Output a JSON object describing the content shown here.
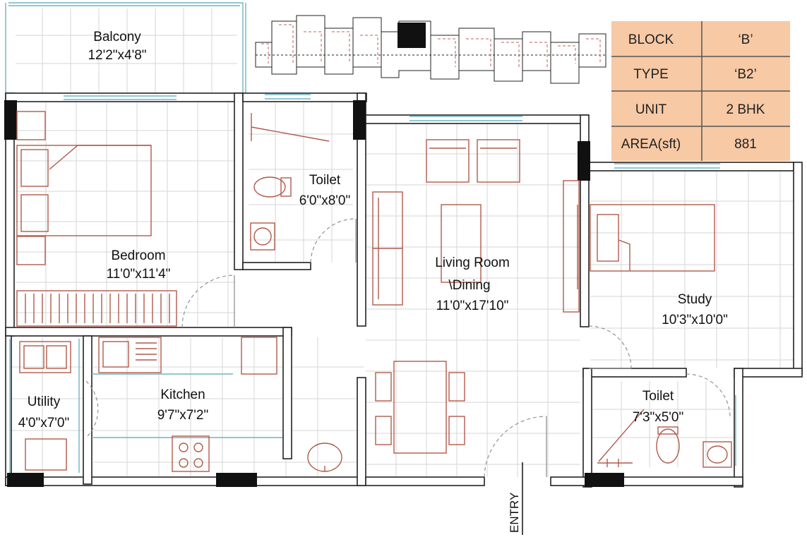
{
  "rooms": {
    "balcony": {
      "name": "Balcony",
      "size": "12'2\"x4'8\""
    },
    "bedroom": {
      "name": "Bedroom",
      "size": "11'0\"x11'4\""
    },
    "toilet1": {
      "name": "Toilet",
      "size": "6'0\"x8'0\""
    },
    "living": {
      "name_line1": "Living Room",
      "name_line2": "\\Dining",
      "size": "11'0\"x17'10\""
    },
    "study": {
      "name": "Study",
      "size": "10'3\"x10'0\""
    },
    "toilet2": {
      "name": "Toilet",
      "size": "7'3\"x5'0\""
    },
    "kitchen": {
      "name": "Kitchen",
      "size": "9'7\"x7'2\""
    },
    "utility": {
      "name": "Utility",
      "size": "4'0\"x7'0\""
    }
  },
  "entry_label": "ENTRY",
  "info_table": {
    "rows": [
      {
        "label": "BLOCK",
        "value": "‘B’"
      },
      {
        "label": "TYPE",
        "value": "‘B2’"
      },
      {
        "label": "UNIT",
        "value": "2 BHK"
      },
      {
        "label": "AREA(sft)",
        "value": "881"
      }
    ],
    "fill_color": "#f7c9a4"
  },
  "colors": {
    "furniture": "#b05a4a",
    "window": "#6fb3c4",
    "wall": "#222222"
  },
  "key_plan": {
    "icon": "building-key-plan-icon"
  }
}
